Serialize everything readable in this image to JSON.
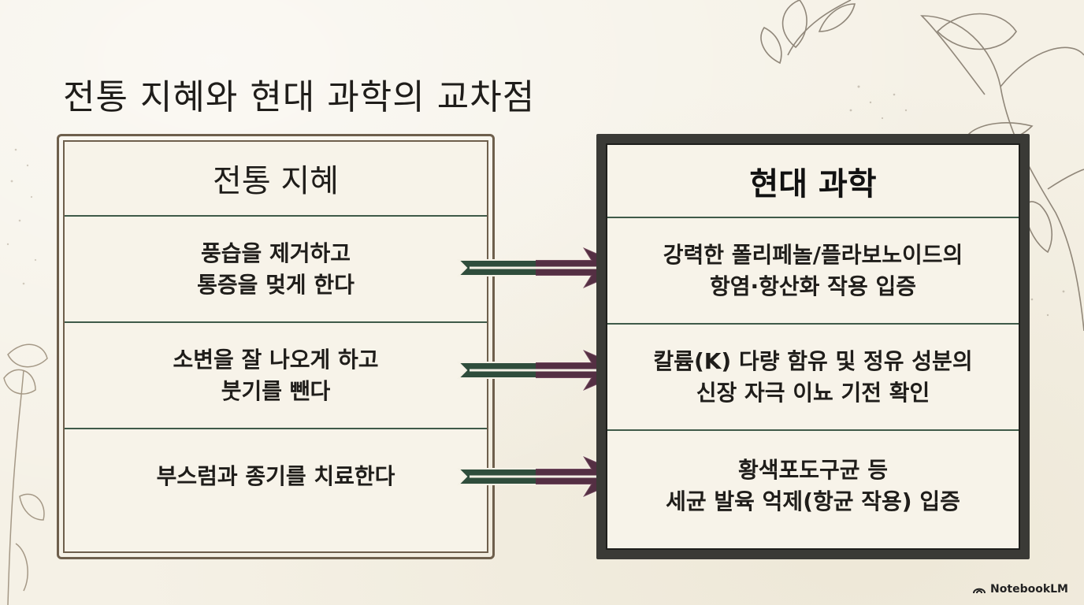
{
  "page": {
    "title": "전통 지혜와 현대 과학의 교차점"
  },
  "left_panel": {
    "heading": "전통 지혜",
    "rows": [
      {
        "line1": "풍습을 제거하고",
        "line2": "통증을 멎게 한다"
      },
      {
        "line1": "소변을 잘 나오게 하고",
        "line2": "붓기를 뺀다"
      },
      {
        "line1": "부스럼과 종기를 치료한다",
        "line2": ""
      }
    ]
  },
  "right_panel": {
    "heading": "현대 과학",
    "rows": [
      {
        "line1": "강력한 폴리페놀/플라보노이드의",
        "line2": "항염·항산화 작용 입증"
      },
      {
        "line1": "칼륨(K) 다량 함유 및 정유 성분의",
        "line2": "신장 자극 이뇨 기전 확인"
      },
      {
        "line1": "황색포도구균 등",
        "line2": "세균 발육 억제(항균 작용) 입증"
      }
    ]
  },
  "footer": {
    "brand": "NotebookLM",
    "logo_icon": "notebooklm-logo-icon"
  },
  "colors": {
    "background": "#f5f1e6",
    "left_frame": "#6e5f4c",
    "divider_green": "#3f5a49",
    "right_frame": "#3a3a36",
    "arrow_green": "#2f4d3c",
    "arrow_plum": "#5a2a44"
  }
}
